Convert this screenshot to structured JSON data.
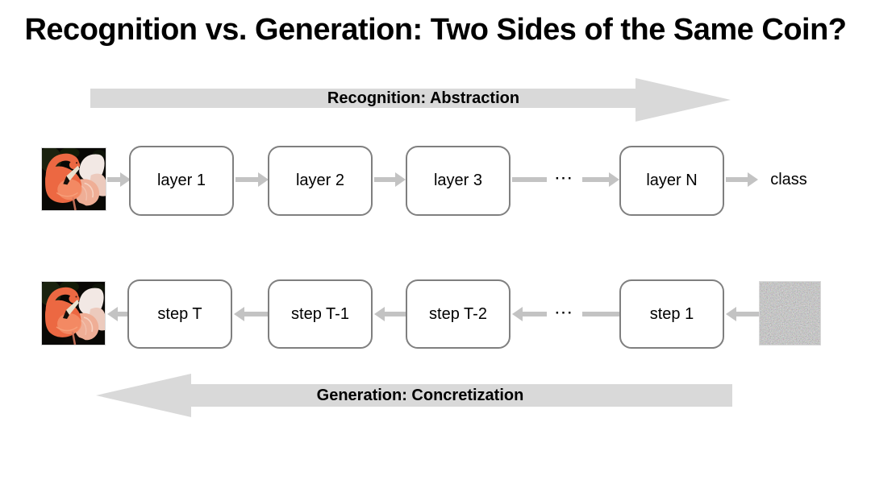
{
  "title": "Recognition vs. Generation: Two Sides of the Same Coin?",
  "recognition": {
    "arrow_label": "Recognition: Abstraction",
    "arrow_direction": "right",
    "input_image": "flamingo-photo",
    "boxes": [
      "layer 1",
      "layer 2",
      "layer 3",
      "layer N"
    ],
    "ellipsis": "···",
    "output_label": "class"
  },
  "generation": {
    "arrow_label": "Generation: Concretization",
    "arrow_direction": "left",
    "output_image": "flamingo-photo",
    "boxes": [
      "step T",
      "step T-1",
      "step T-2",
      "step 1"
    ],
    "ellipsis": "···",
    "input_image": "noise-image"
  },
  "colors": {
    "background": "#ffffff",
    "banner_arrow_fill": "#d9d9d9",
    "connector_fill": "#c3c3c3",
    "box_border": "#7f7f7f",
    "text": "#000000"
  }
}
